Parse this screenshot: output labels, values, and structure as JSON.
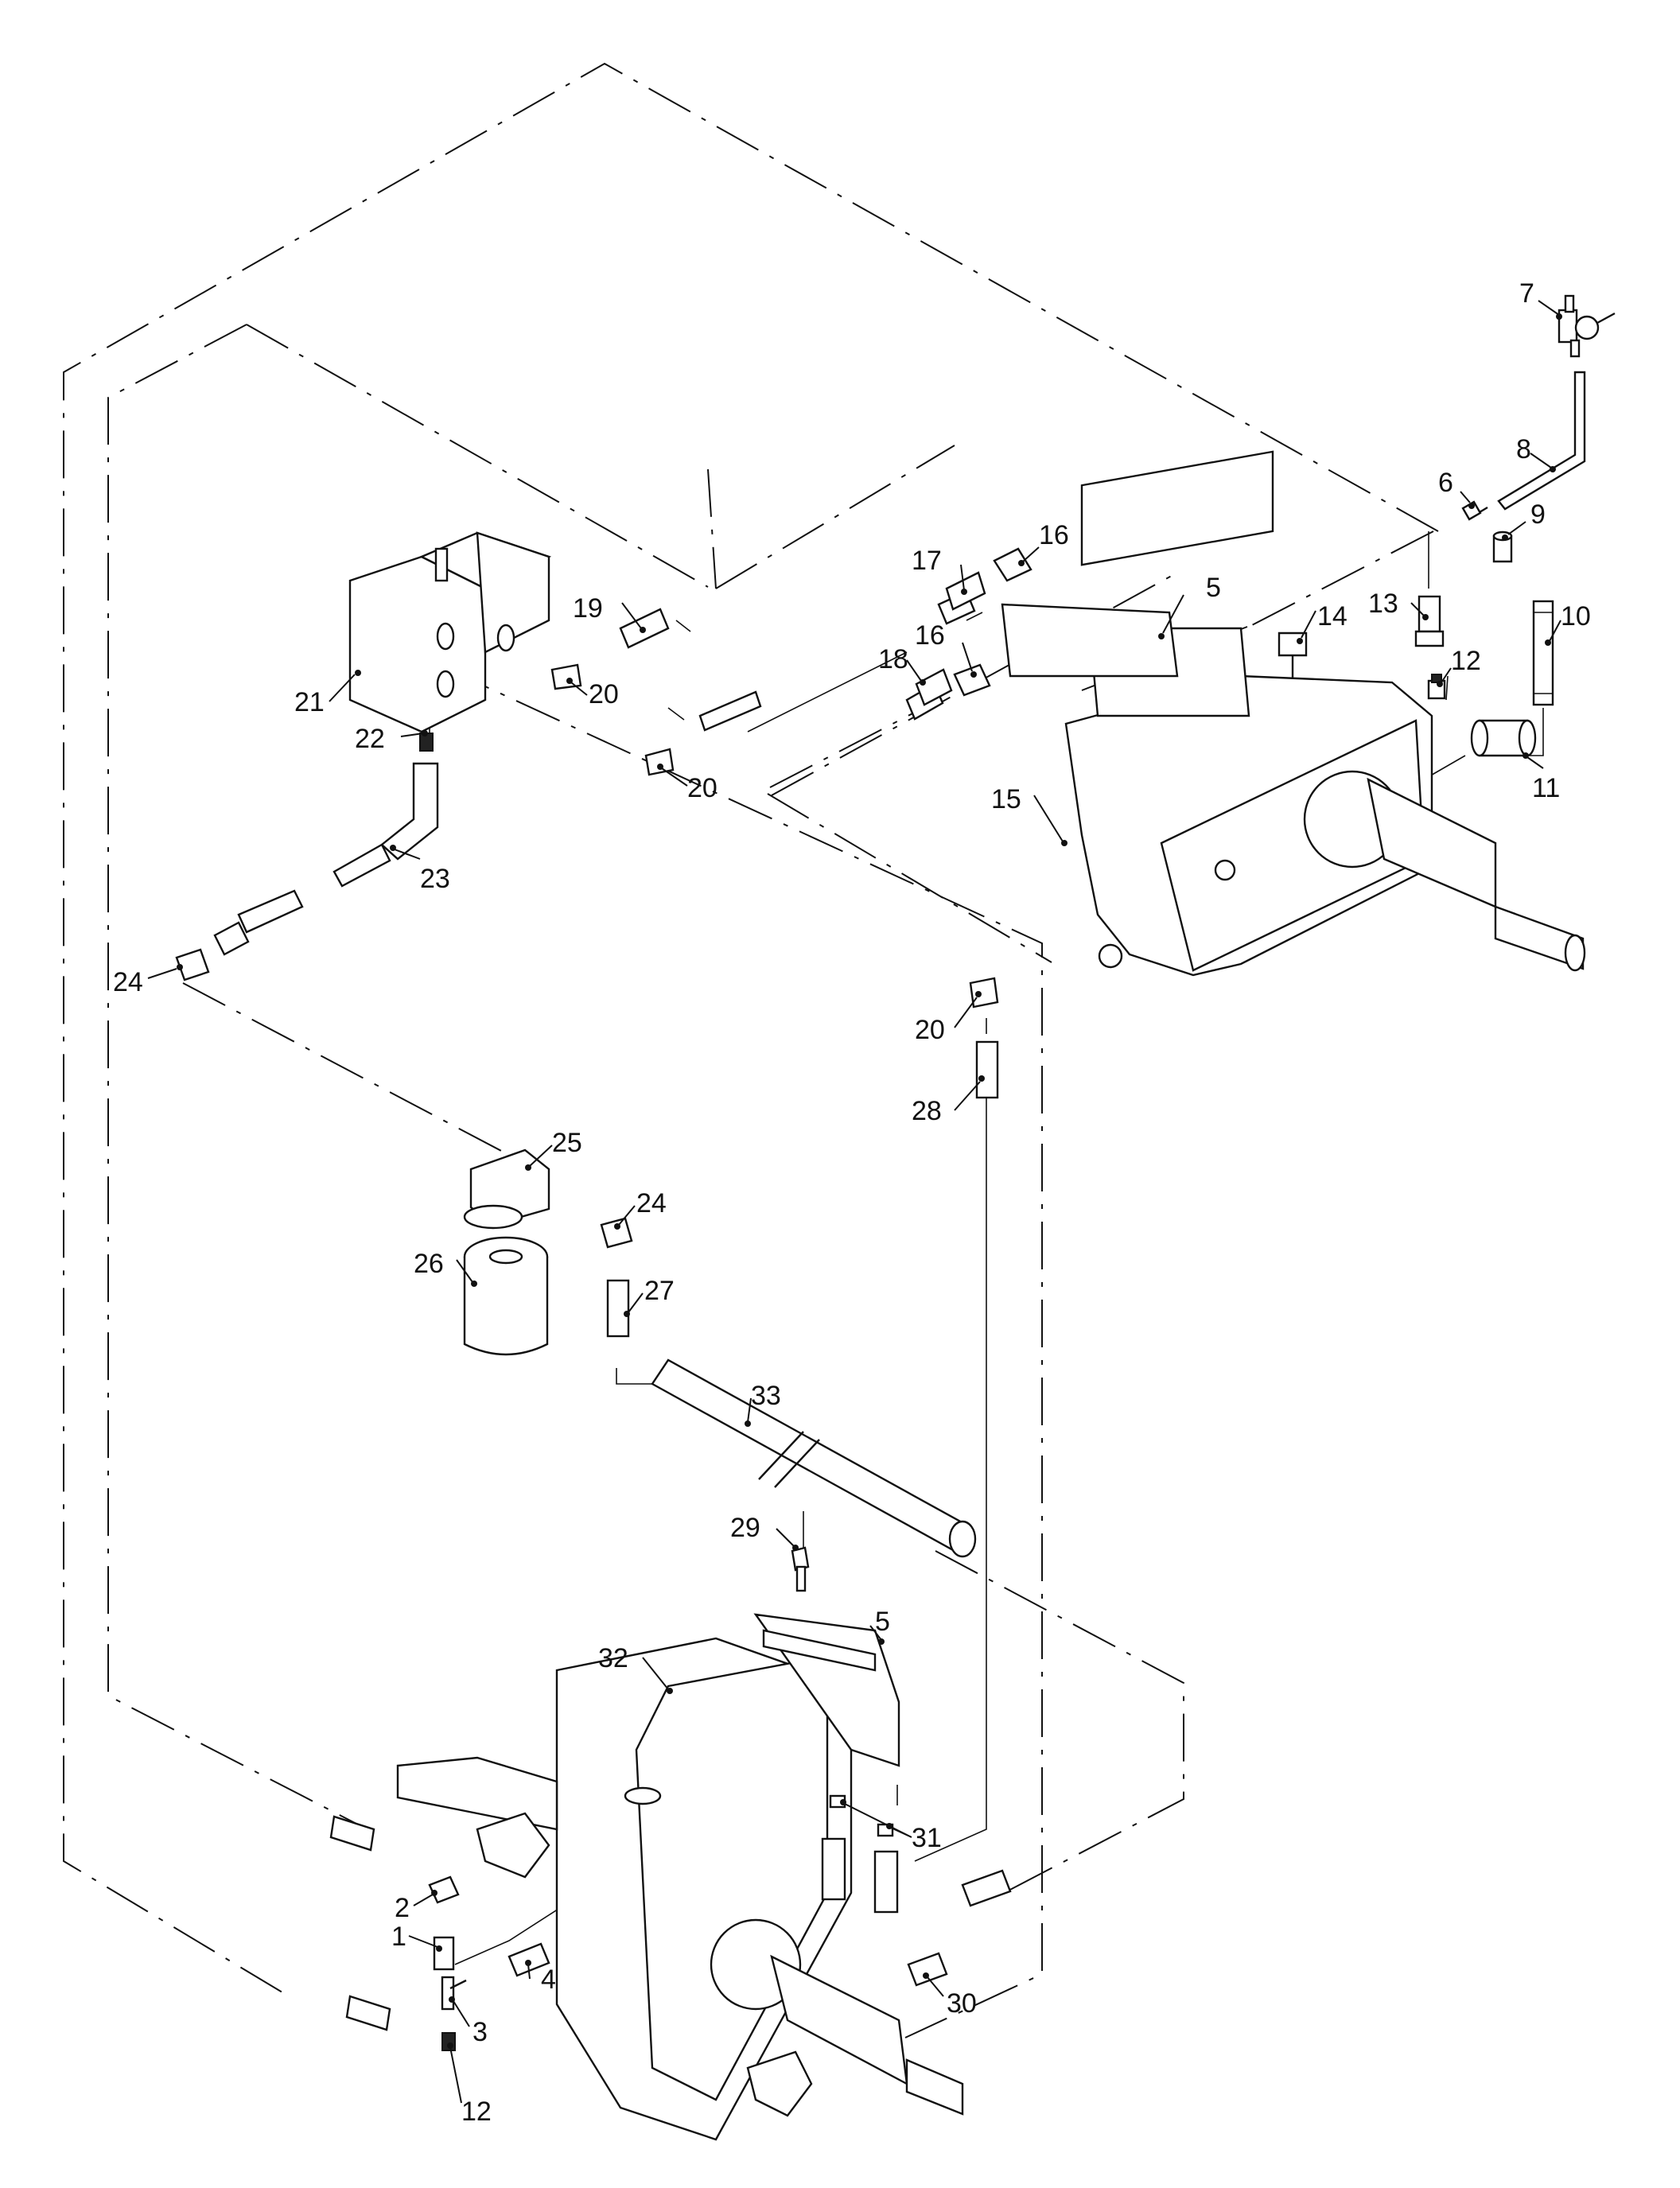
{
  "callouts": {
    "c1": "1",
    "c2": "2",
    "c3": "3",
    "c4": "4",
    "c5a": "5",
    "c5b": "5",
    "c6": "6",
    "c7": "7",
    "c8": "8",
    "c9": "9",
    "c10": "10",
    "c11": "11",
    "c12a": "12",
    "c12b": "12",
    "c13": "13",
    "c14": "14",
    "c15": "15",
    "c16a": "16",
    "c16b": "16",
    "c17": "17",
    "c18": "18",
    "c19": "19",
    "c20a": "20",
    "c20b": "20",
    "c20c": "20",
    "c21": "21",
    "c22": "22",
    "c23": "23",
    "c24a": "24",
    "c24b": "24",
    "c25": "25",
    "c26": "26",
    "c27": "27",
    "c28": "28",
    "c29": "29",
    "c30": "30",
    "c31": "31",
    "c32": "32",
    "c33": "33"
  }
}
